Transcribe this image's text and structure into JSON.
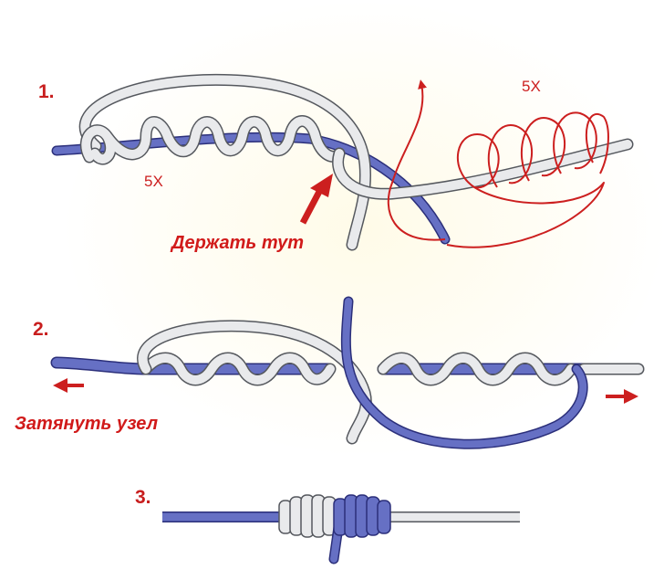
{
  "colors": {
    "line_blue": "#6670c4",
    "line_blue_edge": "#2b2f7a",
    "line_white": "#e9eaec",
    "line_white_edge": "#55585e",
    "accent_red": "#cc1f1f"
  },
  "steps": [
    {
      "number": "1.",
      "wraps_label": "5X",
      "instruction": "Держать тут"
    },
    {
      "number": "2.",
      "instruction": "Затянуть узел"
    },
    {
      "number": "3."
    }
  ],
  "overlay": {
    "wraps_label": "5X"
  }
}
